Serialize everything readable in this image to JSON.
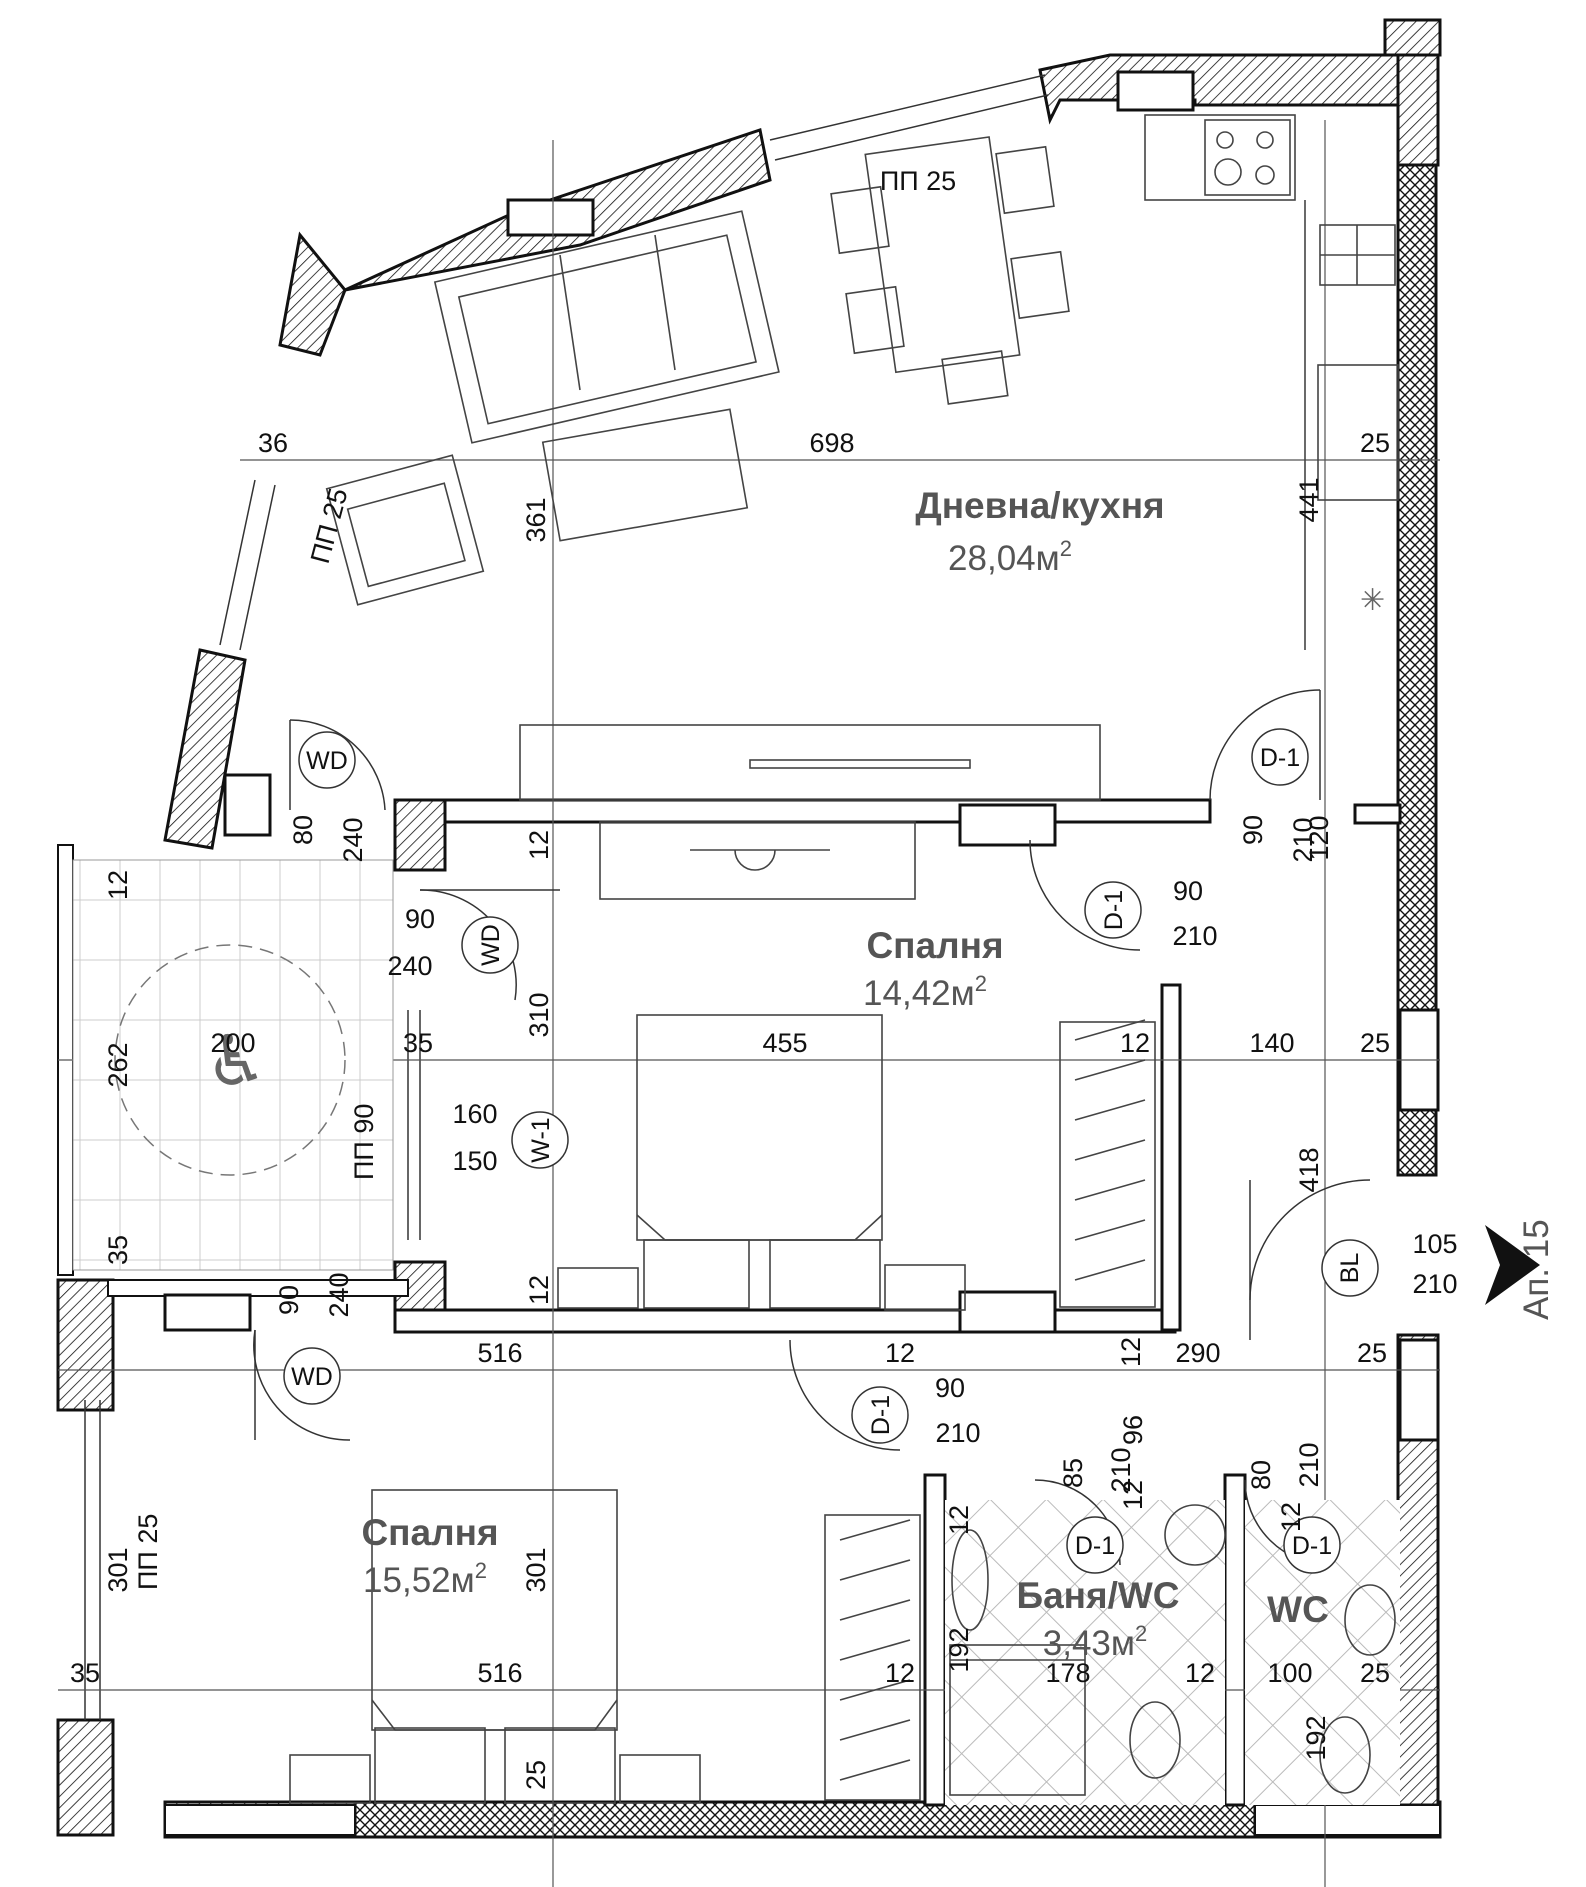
{
  "rooms": {
    "living": {
      "name": "Дневна/кухня",
      "area": "28,04м",
      "sup": "2"
    },
    "bed1": {
      "name": "Спалня",
      "area": "14,42м",
      "sup": "2"
    },
    "bed2": {
      "name": "Спалня",
      "area": "15,52м",
      "sup": "2"
    },
    "bath": {
      "name": "Баня/WC",
      "area": "3,43м",
      "sup": "2"
    },
    "wc": {
      "name": "WC"
    }
  },
  "apartment_label": "Ап. 15",
  "tags": {
    "wd1": "WD",
    "wd2": "WD",
    "wd3": "WD",
    "d1_living": "D-1",
    "d1_bed1": "D-1",
    "d1_bed2": "D-1",
    "d1_bath": "D-1",
    "d1_wc": "D-1",
    "w1": "W-1",
    "bl": "BL"
  },
  "openings": {
    "pp25_top": "ПП 25",
    "pp25_left": "ПП 25",
    "pp90": "ПП 90",
    "pp25_bed2": "ПП 25"
  },
  "dimensions": {
    "d36": "36",
    "d698": "698",
    "d25_a": "25",
    "d361": "361",
    "d441": "441",
    "d90_a": "90",
    "d210_a": "210",
    "d120": "120",
    "d80_a": "80",
    "d240_a": "240",
    "d12_a": "12",
    "d12_b": "12",
    "d90_b": "90",
    "d240_b": "240",
    "d90_c": "90",
    "d210_b": "210",
    "d310": "310",
    "d200": "200",
    "d35_a": "35",
    "d455": "455",
    "d12_c": "12",
    "d140": "140",
    "d25_b": "25",
    "d262": "262",
    "dpp90": "ПП 90",
    "d160": "160",
    "d150": "150",
    "d418": "418",
    "d35_b": "35",
    "d105": "105",
    "d210_c": "210",
    "d90_d": "90",
    "d240_c": "240",
    "d12_d": "12",
    "d516_a": "516",
    "d12_e": "12",
    "d90_e": "90",
    "d210_d": "210",
    "d12_f": "12",
    "d290": "290",
    "d25_c": "25",
    "d85": "85",
    "d210_e": "210",
    "d96": "96",
    "d12_g": "12",
    "d80_b": "80",
    "d210_f": "210",
    "d12_h": "12",
    "d301_a": "301",
    "d301_b": "301",
    "d192_a": "192",
    "d12_i": "12",
    "d35_c": "35",
    "d516_b": "516",
    "d12_j": "12",
    "d178": "178",
    "d12_k": "12",
    "d100": "100",
    "d25_d": "25",
    "d192_b": "192",
    "d25_e": "25"
  },
  "colors": {
    "wall_hatch": "#111111",
    "text_room": "#555555",
    "line": "#333333"
  }
}
